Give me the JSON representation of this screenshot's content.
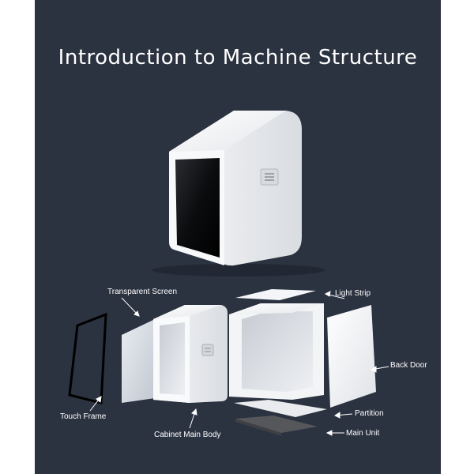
{
  "title": "Introduction to Machine Structure",
  "labels": {
    "transparent_screen": "Transparent Screen",
    "light_strip": "Light Strip",
    "back_door": "Back Door",
    "touch_frame": "Touch Frame",
    "partition": "Partition",
    "cabinet_main_body": "Cabinet Main Body",
    "main_unit": "Main Unit"
  },
  "colors": {
    "background": "#2b3240",
    "cabinet_white": "#f2f3f5",
    "screen_black": "#0d0e10",
    "main_unit": "#55575b"
  }
}
